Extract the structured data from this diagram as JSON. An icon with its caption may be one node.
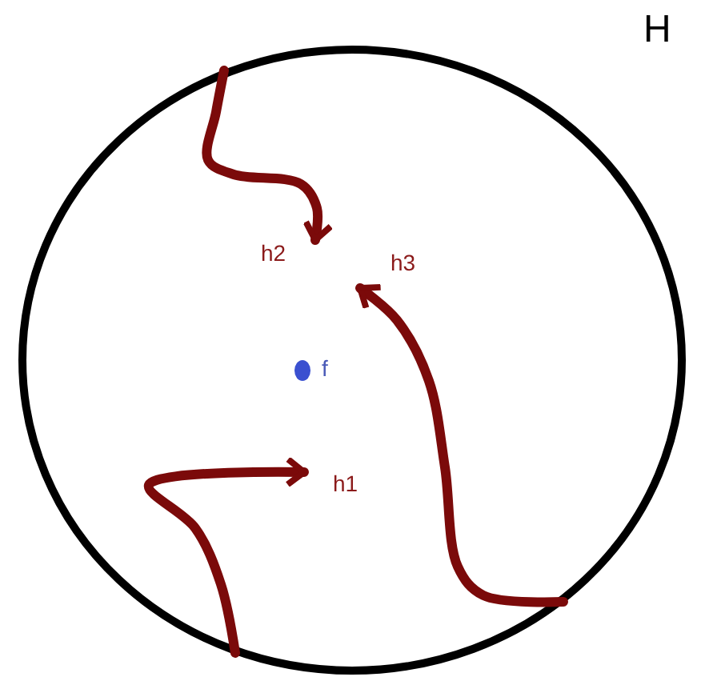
{
  "diagram": {
    "nodes": [
      {
        "text": [
          "H"
        ]
      },
      {
        "text": [
          "h2"
        ],
        "in": 0
      },
      {
        "text": [
          "h3"
        ],
        "in": 0
      },
      {
        "text": [
          "f"
        ],
        "in": 0
      },
      {
        "text": [
          "h1"
        ],
        "in": 0
      }
    ],
    "edges": [
      {
        "from": 0,
        "to": 1,
        "arrow": "to"
      },
      {
        "from": 0,
        "to": 2,
        "arrow": "to"
      },
      {
        "from": 0,
        "to": 4,
        "arrow": "to"
      }
    ]
  }
}
